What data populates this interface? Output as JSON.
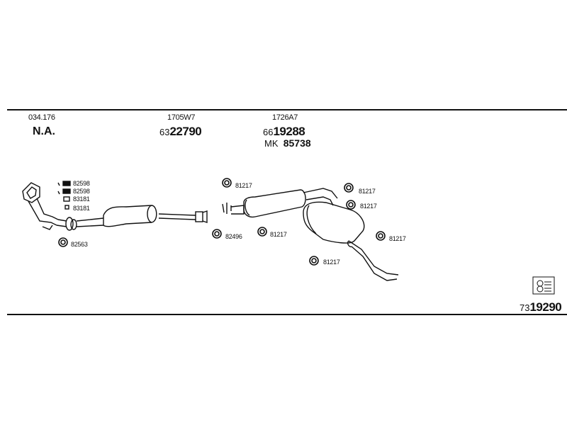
{
  "header": {
    "col1": {
      "code": "034.176",
      "value": "N.A."
    },
    "col2": {
      "code": "1705W7",
      "prefix": "63",
      "number": "22790"
    },
    "col3": {
      "code": "1726A7",
      "prefix": "66",
      "number": "19288",
      "mk_label": "MK",
      "mk_number": "85738"
    }
  },
  "parts": {
    "clamp_82598_a": "82598",
    "clamp_82598_b": "82598",
    "clamp_83181_a": "83181",
    "clamp_83181_b": "83181",
    "ring_82563": "82563",
    "ring_82496": "82496",
    "ring_81217_a": "81217",
    "ring_81217_b": "81217",
    "ring_81217_c": "81217",
    "ring_81217_d": "81217",
    "ring_81217_e": "81217",
    "ring_81217_f": "81217"
  },
  "footer": {
    "prefix": "73",
    "number": "19290"
  }
}
